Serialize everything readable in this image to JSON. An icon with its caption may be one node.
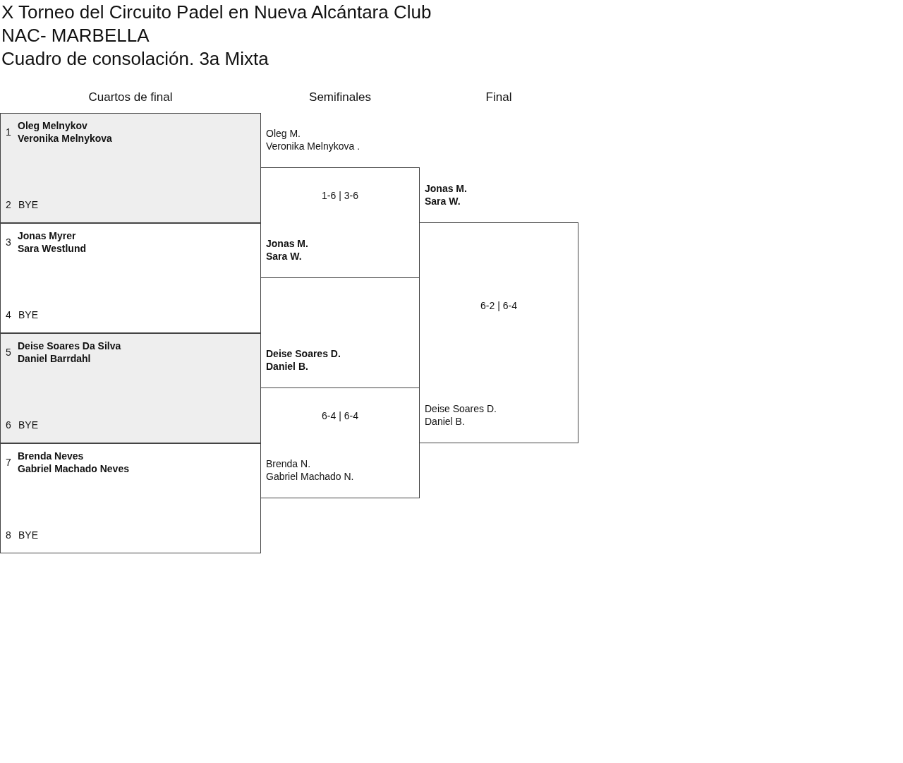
{
  "diagram": {
    "title": "X Torneo del Circuito Padel en Nueva Alcántara Club",
    "nodes": [
      {
        "text": [
          "1",
          "Oleg Melnykov",
          "Veronika Melnykova",
          "2",
          "BYE"
        ]
      },
      {
        "text": [
          "3",
          "Jonas Myrer",
          "Sara Westlund",
          "4",
          "BYE"
        ]
      },
      {
        "text": [
          "5",
          "Deise Soares Da Silva",
          "Daniel Barrdahl",
          "6",
          "BYE"
        ]
      },
      {
        "text": [
          "7",
          "Brenda Neves",
          "Gabriel Machado Neves",
          "8",
          "BYE"
        ]
      },
      {
        "text": [
          "1-6 | 3-6"
        ]
      },
      {
        "text": [
          "6-4 | 6-4"
        ]
      },
      {
        "text": [
          "6-2 | 6-4"
        ]
      }
    ],
    "labels": [
      "NAC- MARBELLA",
      "Cuadro de consolación. 3a Mixta",
      "Cuartos de final",
      "Semifinales",
      "Final",
      "Oleg M.",
      "Veronika Melnykova .",
      "Jonas M.",
      "Sara W.",
      "Jonas M.",
      "Sara W.",
      "Deise Soares D.",
      "Daniel B.",
      "Deise Soares D.",
      "Daniel B.",
      "Brenda N.",
      "Gabriel Machado N."
    ]
  }
}
